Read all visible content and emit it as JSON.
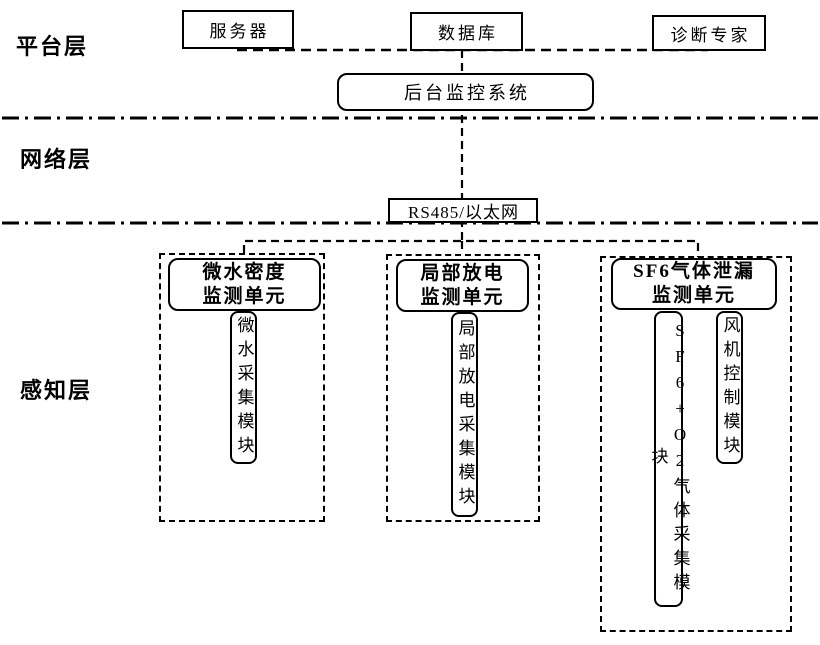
{
  "layers": {
    "platform": "平台层",
    "network": "网络层",
    "perception": "感知层"
  },
  "platform": {
    "server": "服务器",
    "database": "数据库",
    "diagnosis_expert": "诊断专家",
    "backend_monitor": "后台监控系统"
  },
  "network": {
    "bus": "RS485/以太网"
  },
  "perception": {
    "units": [
      {
        "title_line1": "微水密度",
        "title_line2": "监测单元",
        "modules": [
          "微水采集模块"
        ]
      },
      {
        "title_line1": "局部放电",
        "title_line2": "监测单元",
        "modules": [
          "局部放电采集模块"
        ]
      },
      {
        "title_line1": "SF6气体泄漏",
        "title_line2": "监测单元",
        "modules": [
          "SF6+O2气体采集模块",
          "风机控制模块"
        ]
      }
    ]
  },
  "colors": {
    "line": "#000000",
    "background": "#ffffff",
    "text": "#000000"
  }
}
